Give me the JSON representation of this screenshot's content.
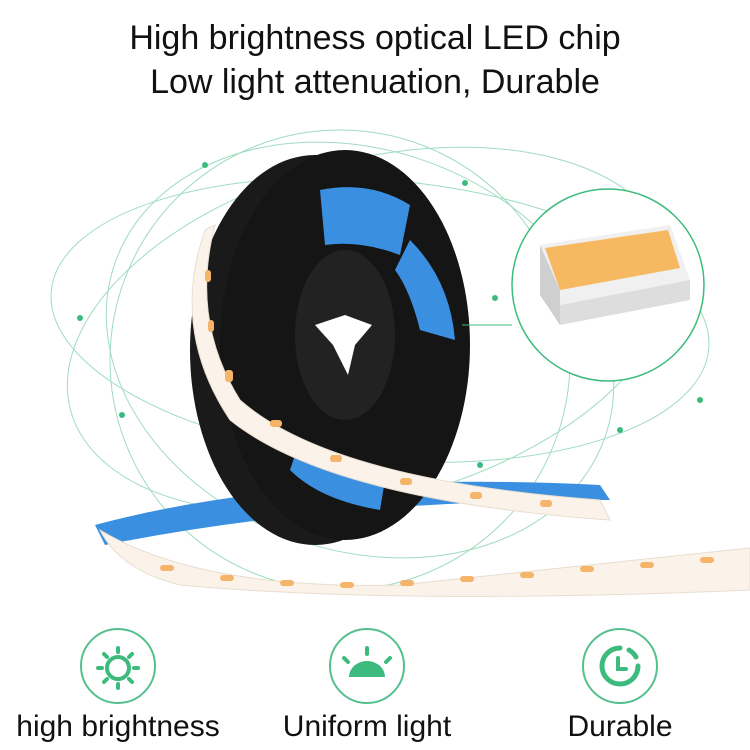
{
  "headline": {
    "line1": "High brightness optical LED chip",
    "line2": "Low light attenuation, Durable"
  },
  "colors": {
    "accent": "#3dbb7e",
    "strip_back": "#3a8fe0",
    "led": "#f5b46a",
    "reel": "#151515"
  },
  "features": [
    {
      "icon": "sun-icon",
      "label": "high brightness"
    },
    {
      "icon": "dome-light-icon",
      "label": "Uniform light"
    },
    {
      "icon": "clock-icon",
      "label": "Durable"
    }
  ]
}
